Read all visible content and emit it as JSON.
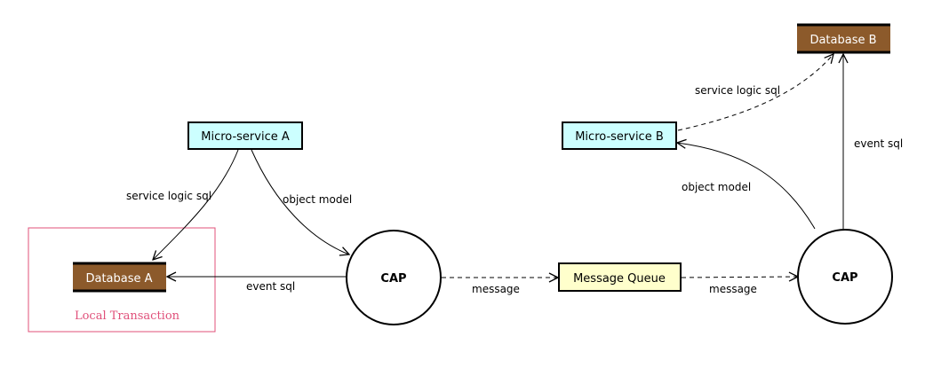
{
  "nodes": {
    "microservice_a": {
      "label": "Micro-service A",
      "fill": "#ccffff"
    },
    "microservice_b": {
      "label": "Micro-service B",
      "fill": "#ccffff"
    },
    "database_a": {
      "label": "Database A",
      "fill": "#8c5a2b"
    },
    "database_b": {
      "label": "Database B",
      "fill": "#8c5a2b"
    },
    "cap_left": {
      "label": "CAP"
    },
    "cap_right": {
      "label": "CAP"
    },
    "message_queue": {
      "label": "Message Queue",
      "fill": "#ffffcc"
    }
  },
  "group": {
    "label": "Local Transaction",
    "color": "#e0507a"
  },
  "edges": {
    "service_logic_sql_a": "service logic sql",
    "object_model_a": "object model",
    "event_sql_a": "event sql",
    "message_left": "message",
    "message_right": "message",
    "object_model_b": "object model",
    "service_logic_sql_b": "service logic sql",
    "event_sql_b": "event sql"
  }
}
